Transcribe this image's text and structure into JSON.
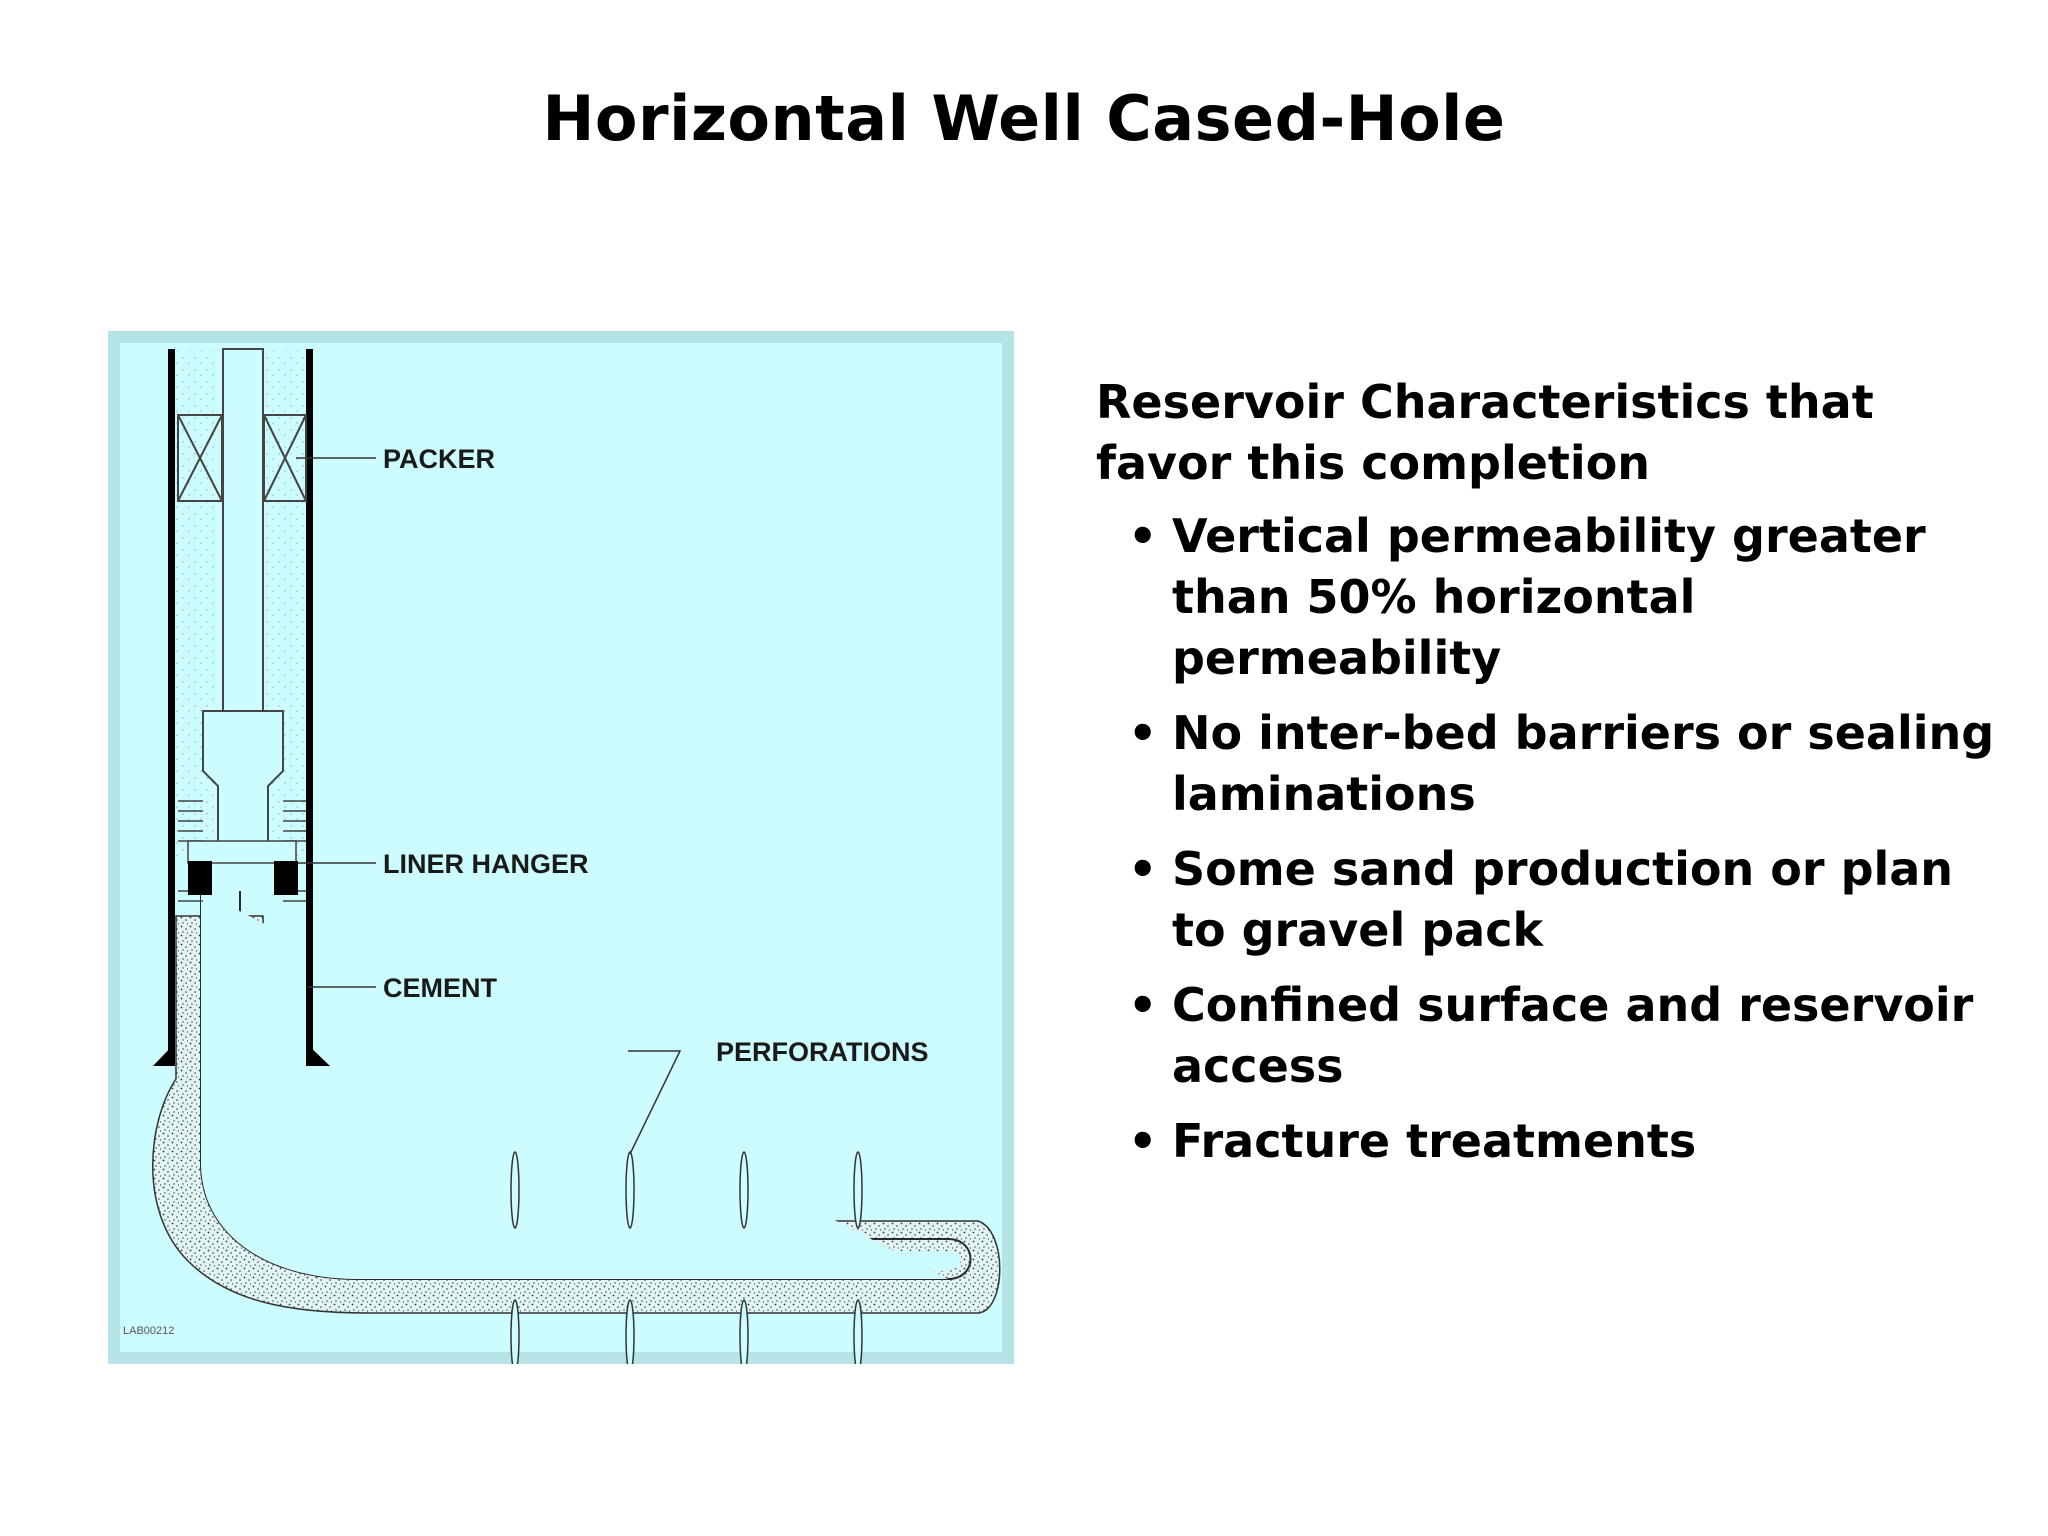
{
  "title": "Horizontal Well Cased-Hole",
  "diagram": {
    "labels": {
      "packer": "PACKER",
      "liner_hanger": "LINER HANGER",
      "cement": "CEMENT",
      "perforations": "PERFORATIONS"
    },
    "drawing_code": "LAB00212",
    "colors": {
      "frame": "#b6e3e5",
      "fluid": "#ccfcfd",
      "cement": "#e0f4f4",
      "casing": "#000000",
      "stipple": "#2b3b3b"
    }
  },
  "content": {
    "heading": "Reservoir Characteristics that favor this completion",
    "bullets": [
      "Vertical permeability greater than 50% horizontal permeability",
      "No inter-bed barriers or sealing laminations",
      "Some sand production or plan to gravel pack",
      "Confined surface and reservoir access",
      "Fracture treatments"
    ]
  }
}
